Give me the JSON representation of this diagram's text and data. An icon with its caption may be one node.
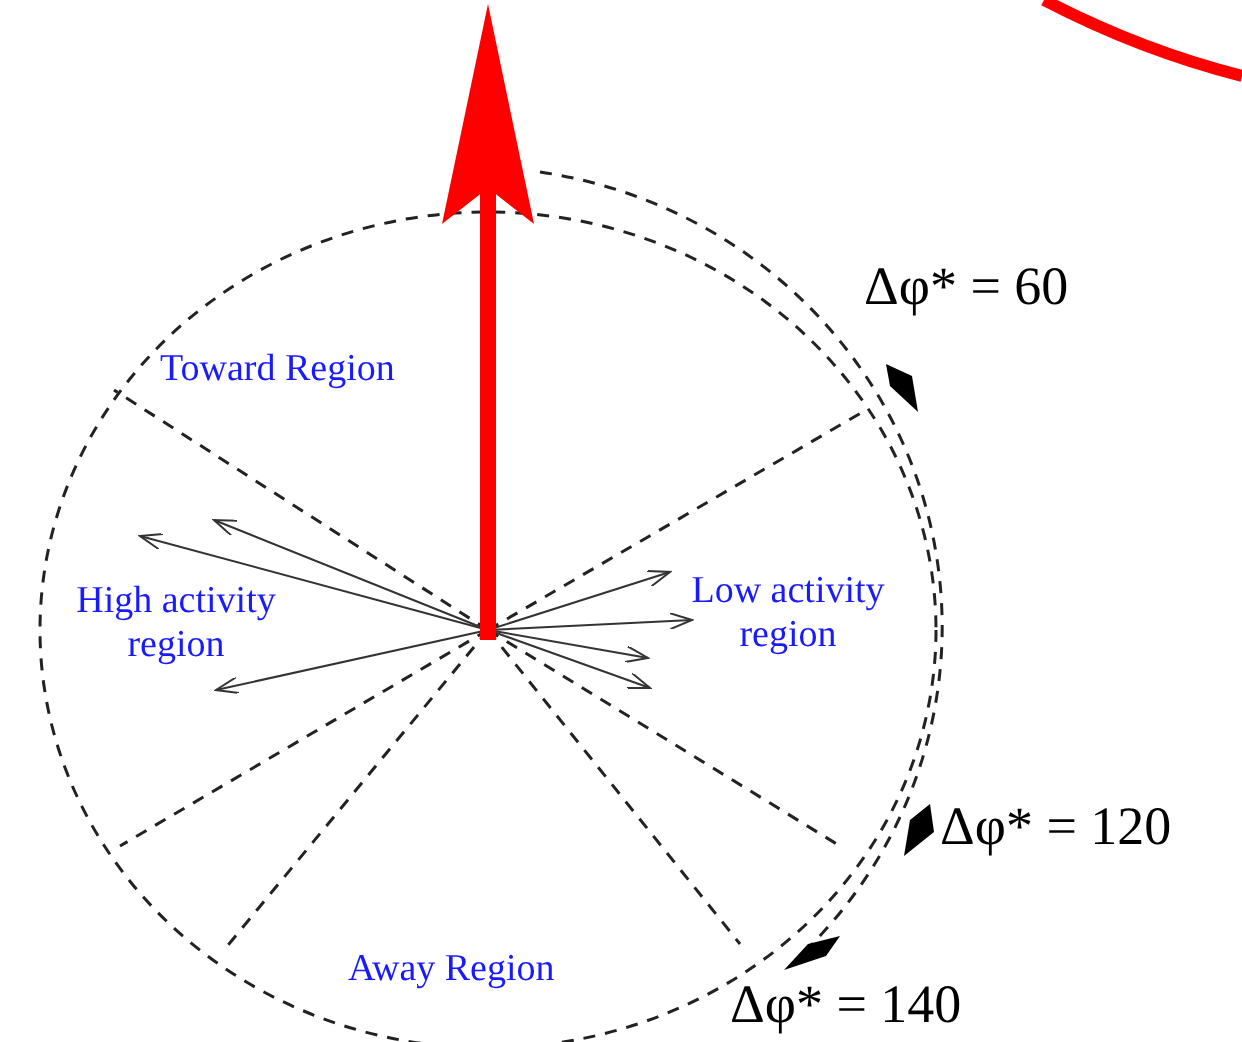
{
  "diagram": {
    "labels": [
      "Δφ* = 60",
      "Toward Region",
      "High activity region",
      "Low activity region",
      "Δφ* = 120",
      "Away Region",
      "Δφ* = 140"
    ]
  }
}
